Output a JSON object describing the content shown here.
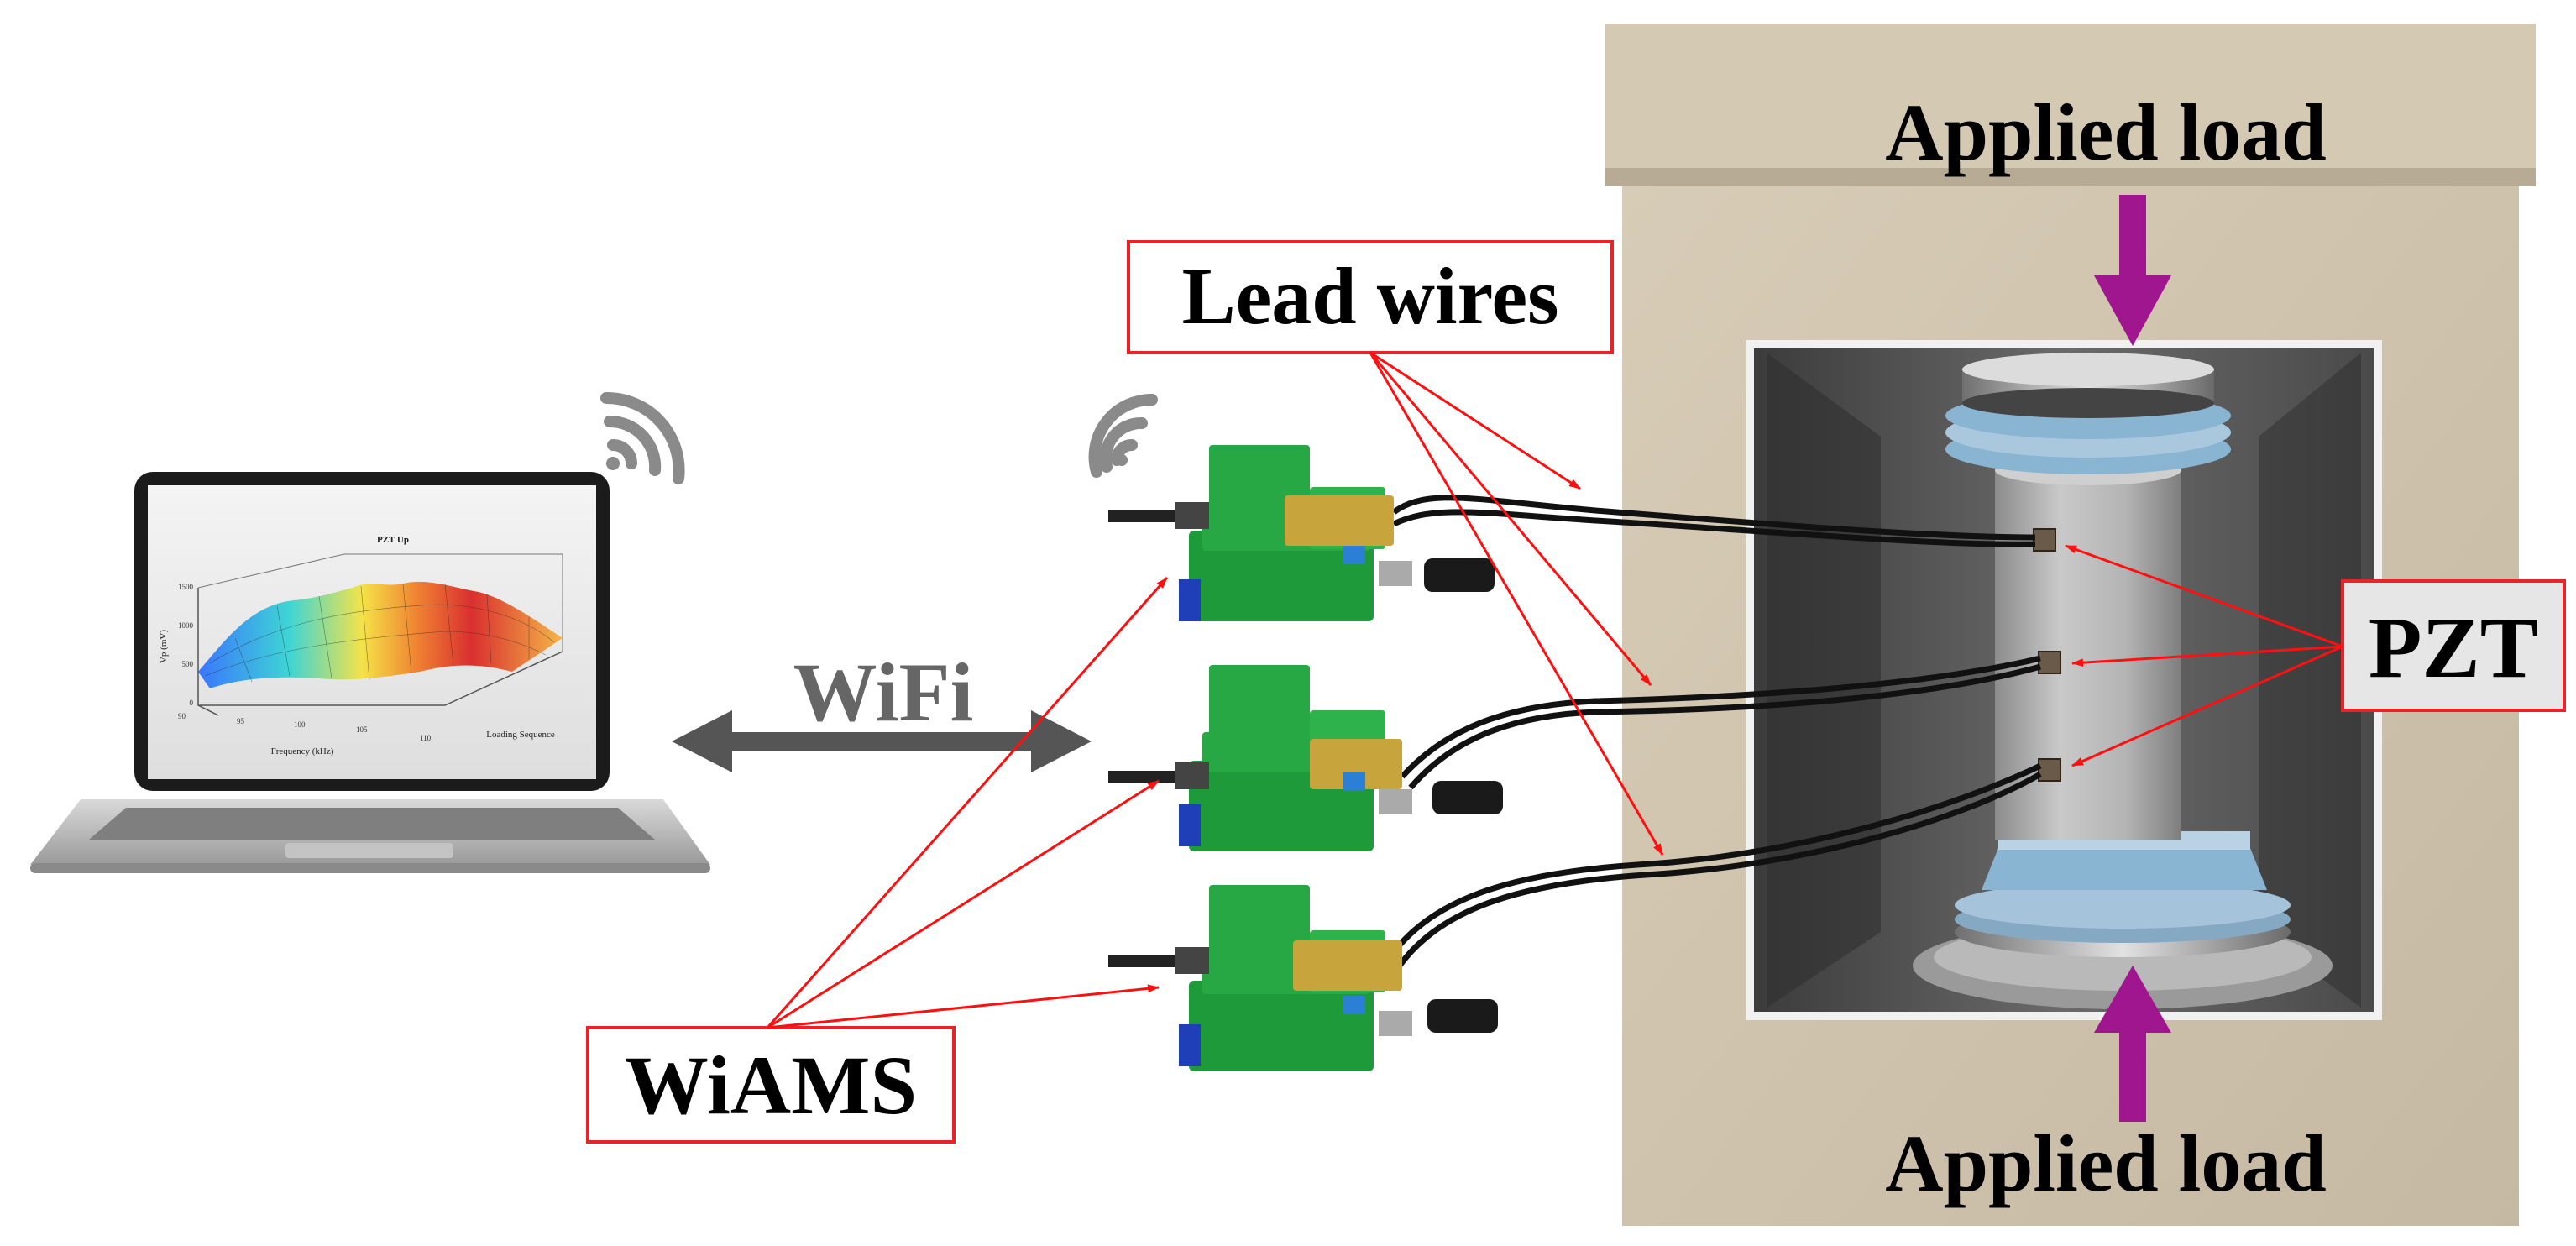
{
  "labels": {
    "lead_wires": "Lead wires",
    "pzt": "PZT",
    "wifi": "WiFi",
    "wiams": "WiAMS",
    "applied_load_top": "Applied load",
    "applied_load_bottom": "Applied load"
  },
  "laptop_chart": {
    "title": "PZT Up",
    "ylabel": "Vp (mV)",
    "xlabel": "Frequency (kHz)",
    "zlabel": "Loading Sequence",
    "y_ticks": [
      "1500",
      "1000",
      "500",
      "0"
    ],
    "x_ticks": [
      "90",
      "95",
      "100",
      "105",
      "110"
    ]
  },
  "colors": {
    "callout_border": "#e8242a",
    "leader_line": "#ff1010",
    "wifi_arrow": "#555555",
    "load_arrow": "#a0168f",
    "frame": "#cdc2ae",
    "pcb": "#1f9a3a"
  }
}
